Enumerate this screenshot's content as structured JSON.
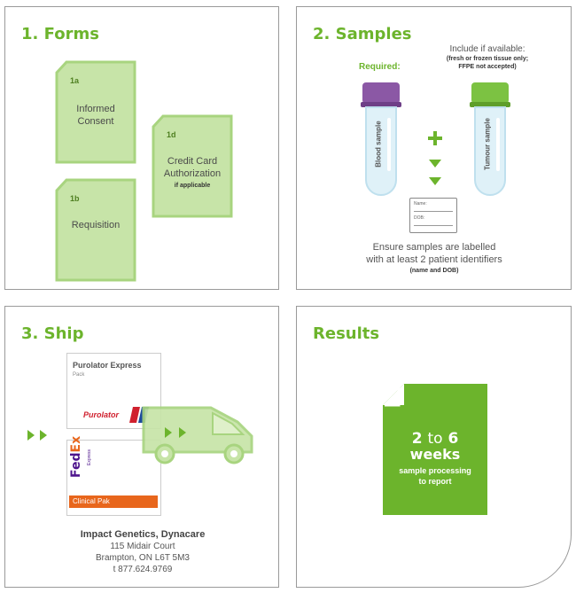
{
  "forms": {
    "num": "1.",
    "title": "Forms",
    "docs": [
      {
        "tag": "1a",
        "label": "Informed Consent"
      },
      {
        "tag": "1b",
        "label": "Requisition"
      },
      {
        "tag": "1d",
        "label": "Credit Card Authorization",
        "note": "if applicable"
      }
    ]
  },
  "samples": {
    "num": "2.",
    "title": "Samples",
    "required": "Required:",
    "include_line": "Include if available:",
    "include_note_1": "(fresh or frozen tissue only;",
    "include_note_2": "FFPE not accepted)",
    "tube_blood": "Blood sample",
    "tube_tumour": "Tumour sample",
    "label_name": "Name:",
    "label_dob": "DOB:",
    "ensure_1": "Ensure samples are labelled",
    "ensure_2": "with at least 2 patient identifiers",
    "ensure_3": "(name and DOB)"
  },
  "ship": {
    "num": "3.",
    "title": "Ship",
    "purolator_title": "Purolator Express",
    "purolator_sub": "Pack",
    "purolator_logo": "Purolator",
    "fedex_fed": "Fed",
    "fedex_ex": "Ex",
    "fedex_express": "Express",
    "fedex_pak": "Clinical Pak",
    "address_name": "Impact Genetics, Dynacare",
    "address_1": "115 Midair Court",
    "address_2": "Brampton, ON L6T 5M3",
    "address_phone": "t 877.624.9769"
  },
  "results": {
    "title": "Results",
    "range_from": "2",
    "range_to_word": "to",
    "range_to": "6",
    "unit": "weeks",
    "desc_1": "sample processing",
    "desc_2": "to report"
  },
  "colors": {
    "green": "#6cb42c",
    "light_green": "#c7e4a8",
    "purple": "#8b58a5",
    "orange": "#e8661c",
    "fedex_purple": "#4d148c"
  }
}
